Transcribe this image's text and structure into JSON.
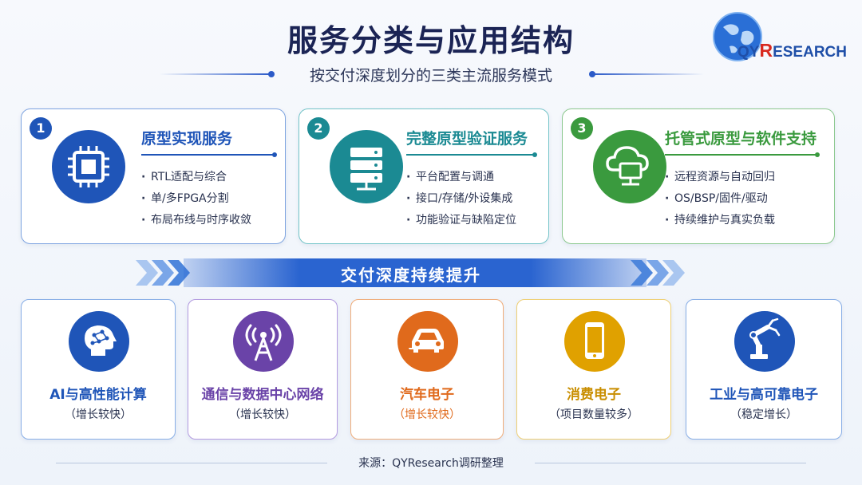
{
  "header": {
    "title": "服务分类与应用结构",
    "subtitle": "按交付深度划分的三类主流服务模式"
  },
  "logo": {
    "text_q": "QY",
    "text_r": "R",
    "text_rest": "ESEARCH"
  },
  "services": [
    {
      "number": "1",
      "title": "原型实现服务",
      "color": "#1f55b8",
      "icon": "chip-icon",
      "items": [
        "RTL适配与综合",
        "单/多FPGA分割",
        "布局布线与时序收敛"
      ]
    },
    {
      "number": "2",
      "title": "完整原型验证服务",
      "color": "#1b8a93",
      "icon": "server-icon",
      "items": [
        "平台配置与调通",
        "接口/存储/外设集成",
        "功能验证与缺陷定位"
      ]
    },
    {
      "number": "3",
      "title": "托管式原型与软件支持",
      "color": "#3a9a3e",
      "icon": "cloud-monitor-icon",
      "items": [
        "远程资源与自动回归",
        "OS/BSP/固件/驱动",
        "持续维护与真实负载"
      ]
    }
  ],
  "banner": {
    "text": "交付深度持续提升"
  },
  "applications": [
    {
      "title": "AI与高性能计算",
      "note": "（增长较快）",
      "color": "#1f55b8",
      "icon": "ai-brain-icon"
    },
    {
      "title": "通信与数据中心网络",
      "note": "（增长较快）",
      "color": "#6a43a8",
      "icon": "signal-tower-icon"
    },
    {
      "title": "汽车电子",
      "note": "（增长较快）",
      "color": "#e06a1c",
      "icon": "car-icon"
    },
    {
      "title": "消费电子",
      "note": "（项目数量较多）",
      "color": "#e0a100",
      "icon": "smartphone-icon"
    },
    {
      "title": "工业与高可靠电子",
      "note": "（稳定增长）",
      "color": "#1f55b8",
      "icon": "robot-arm-icon"
    }
  ],
  "footer": {
    "source": "来源：QYResearch调研整理"
  }
}
